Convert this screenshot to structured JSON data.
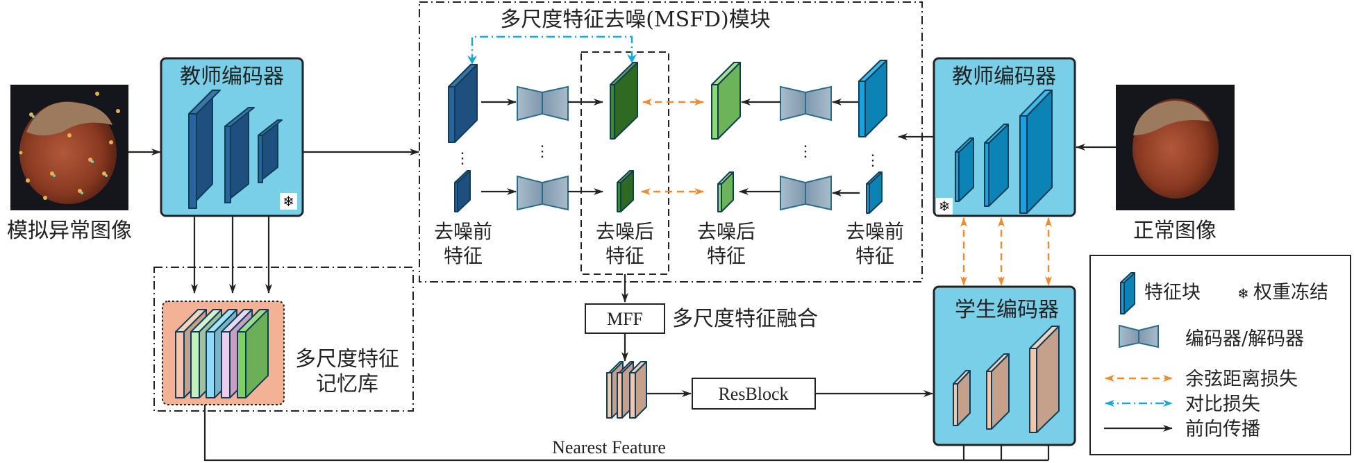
{
  "module_title": "多尺度特征去噪(MSFD)模块",
  "input_anomaly": {
    "label": "模拟异常图像",
    "icon": "hazelnut-with-noise-image"
  },
  "input_normal": {
    "label": "正常图像",
    "icon": "hazelnut-image"
  },
  "teacher_left": {
    "title": "教师编码器",
    "frozen_icon": "snowflake-icon"
  },
  "teacher_right": {
    "title": "教师编码器",
    "frozen_icon": "snowflake-icon"
  },
  "student": {
    "title": "学生编码器"
  },
  "msfd": {
    "left_before": {
      "line1": "去噪前",
      "line2": "特征"
    },
    "left_after": {
      "line1": "去噪后",
      "line2": "特征"
    },
    "right_after": {
      "line1": "去噪后",
      "line2": "特征"
    },
    "right_before": {
      "line1": "去噪前",
      "line2": "特征"
    },
    "ellipsis": "⋮"
  },
  "memory_bank": {
    "line1": "多尺度特征",
    "line2": "记忆库"
  },
  "mff": {
    "label": "MFF",
    "description": "多尺度特征融合"
  },
  "resblock": {
    "label": "ResBlock"
  },
  "nearest_feature": {
    "label": "Nearest Feature"
  },
  "legend": {
    "feature_block": "特征块",
    "frozen_weights": "权重冻结",
    "frozen_glyph": "❄",
    "encoder_decoder": "编码器/解码器",
    "cosine_loss": "余弦距离损失",
    "contrastive_loss": "对比损失",
    "forward": "前向传播"
  },
  "colors": {
    "encoder_bg": "#79cfe8",
    "teacher_left_plate": "#1f4f7e",
    "teacher_right_plate": "#0b83b5",
    "denoised_left": "#2f6a22",
    "denoised_right": "#6db35a",
    "student_plate": "#c5a08a",
    "memory_bg": "#f3b195",
    "cosine_loss": "#ef8a2e",
    "contrastive_loss": "#17a8e0"
  }
}
